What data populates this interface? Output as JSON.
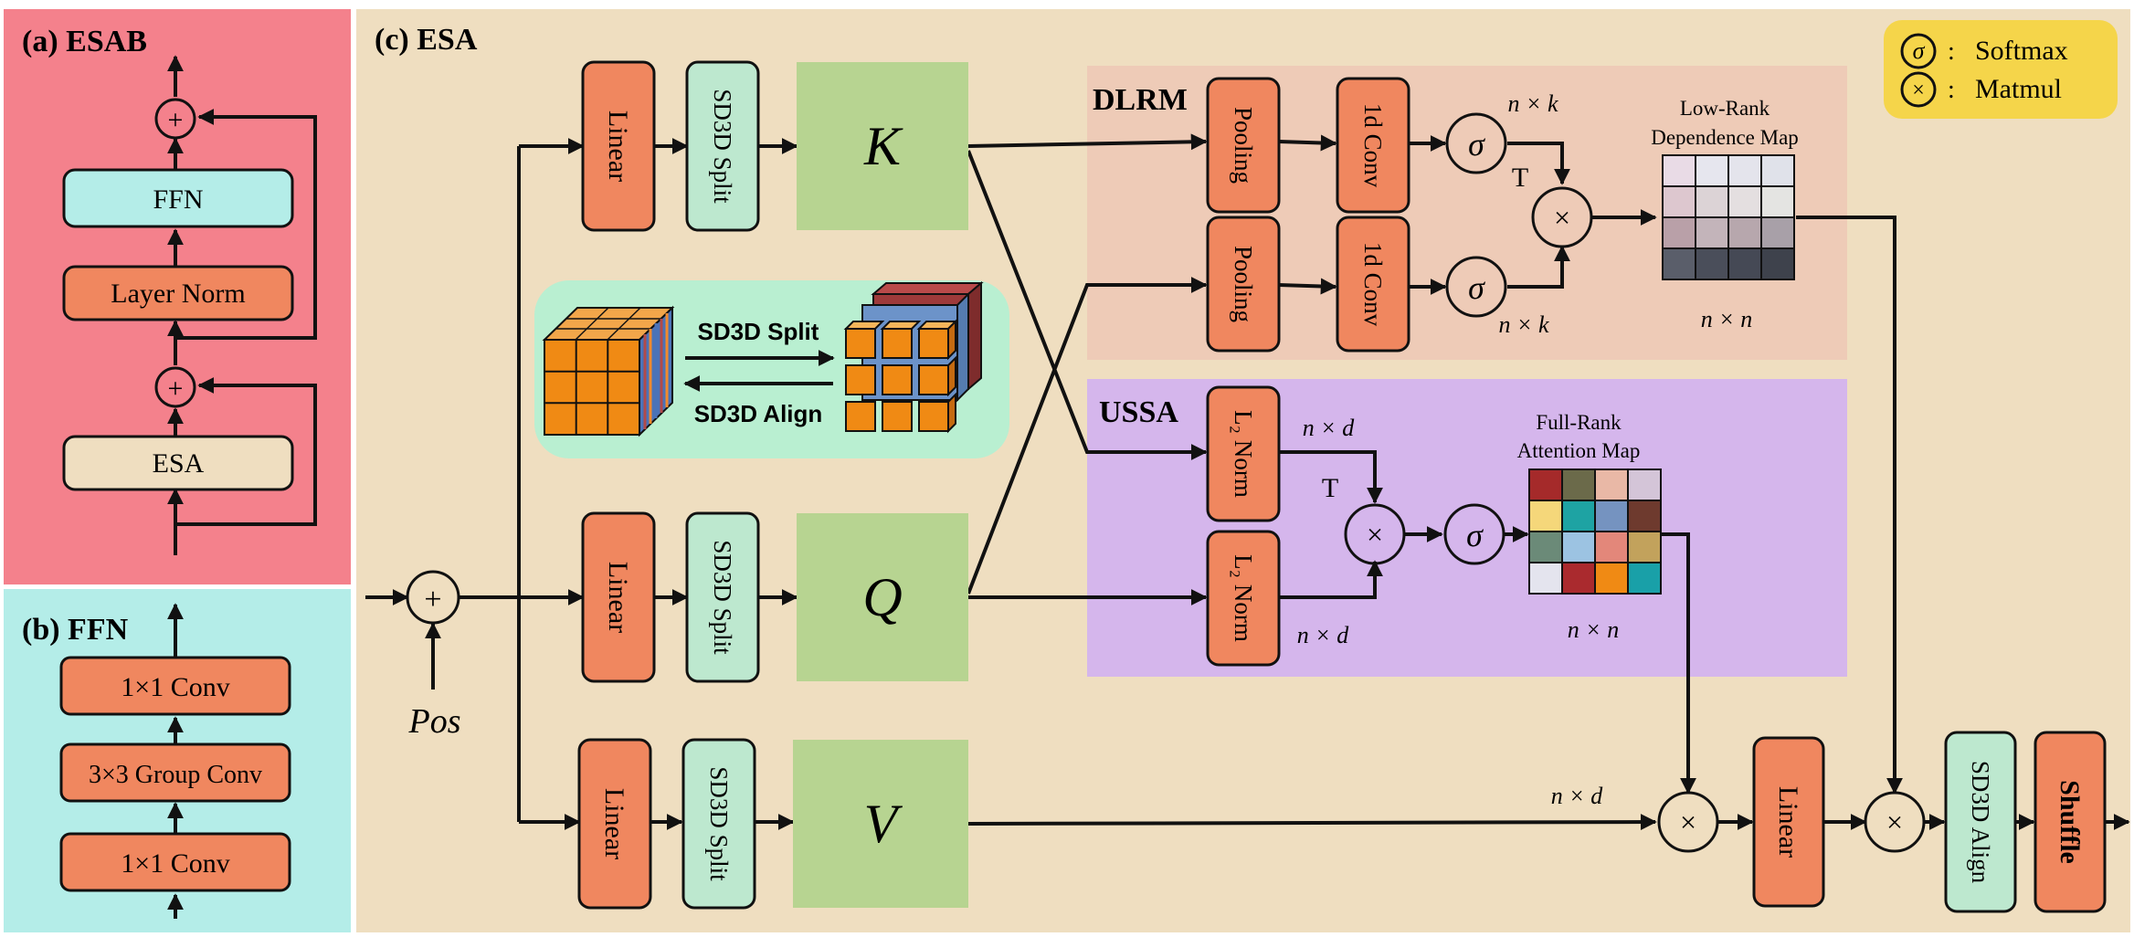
{
  "panels": {
    "esab": {
      "title": "(a) ESAB",
      "ffn": "FFN",
      "layer_norm": "Layer Norm",
      "esa": "ESA"
    },
    "ffn": {
      "title": "(b) FFN",
      "conv_top": "1×1 Conv",
      "group_conv": "3×3 Group Conv",
      "conv_bottom": "1×1 Conv"
    },
    "esa": {
      "title": "(c) ESA",
      "linear": "Linear",
      "split": "SD3D Split",
      "align": "SD3D Align",
      "shuffle": "Shuffle",
      "k": "K",
      "q": "Q",
      "v": "V",
      "pos": "Pos",
      "cube_split": "SD3D Split",
      "cube_align": "SD3D Align"
    },
    "dlrm": {
      "title": "DLRM",
      "pooling": "Pooling",
      "conv1d": "1d Conv",
      "dim_nk": "n × k",
      "transpose": "T",
      "map_title_1": "Low-Rank",
      "map_title_2": "Dependence Map",
      "dim_nn": "n × n"
    },
    "ussa": {
      "title": "USSA",
      "l2norm": "L₂ Norm",
      "dim_nd": "n × d",
      "transpose": "T",
      "map_title_1": "Full-Rank",
      "map_title_2": "Attention Map",
      "dim_nn": "n × n"
    },
    "v_dim": "n × d",
    "legend": {
      "softmax_symbol": "σ",
      "softmax": "Softmax",
      "matmul_symbol": "×",
      "matmul": "Matmul"
    }
  },
  "colors": {
    "esab_bg": "#f4818c",
    "ffn_bg": "#b4ede8",
    "esa_bg": "#efdec0",
    "dlrm_bg": "#eecbb7",
    "ussa_bg": "#d5b6ec",
    "orange_block": "#f0875f",
    "green_block": "#bde8cf",
    "kqv_block": "#b7d491",
    "legend_bg": "#f5d54a"
  }
}
